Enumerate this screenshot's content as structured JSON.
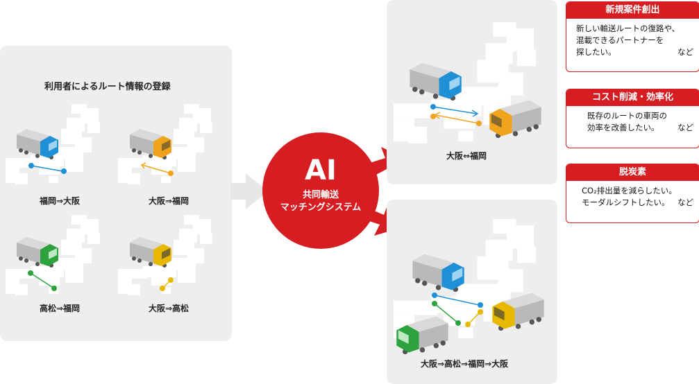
{
  "left_panel": {
    "title": "利用者によるルート情報の登録",
    "routes": [
      {
        "label": "福岡⇒大阪",
        "truck_color": "#1f8fd6"
      },
      {
        "label": "大阪⇒福岡",
        "truck_color": "#f0a41b"
      },
      {
        "label": "高松⇒福岡",
        "truck_color": "#2ea23f"
      },
      {
        "label": "大阪⇒高松",
        "truck_color": "#e8b800"
      }
    ]
  },
  "ai": {
    "title": "AI",
    "line1": "共同輸送",
    "line2": "マッチングシステム",
    "color": "#d61e22"
  },
  "results": [
    {
      "label": "大阪⇔福岡"
    },
    {
      "label": "大阪⇒高松⇒福岡⇒大阪"
    }
  ],
  "benefits": [
    {
      "title": "新規案件創出",
      "lines": [
        "新しい輸送ルートの復路や、",
        "混載できるパートナーを",
        "探したい。"
      ],
      "suffix": "など"
    },
    {
      "title": "コスト削減・効率化",
      "lines": [
        "既存のルートの車両の",
        "効率を改善したい。"
      ],
      "suffix": "など"
    },
    {
      "title": "脱炭素",
      "lines": [
        "CO₂排出量を減らしたい。",
        "モーダルシフトしたい。"
      ],
      "suffix": "など"
    }
  ],
  "colors": {
    "accent": "#d61e22",
    "panel": "#eeeeee"
  }
}
